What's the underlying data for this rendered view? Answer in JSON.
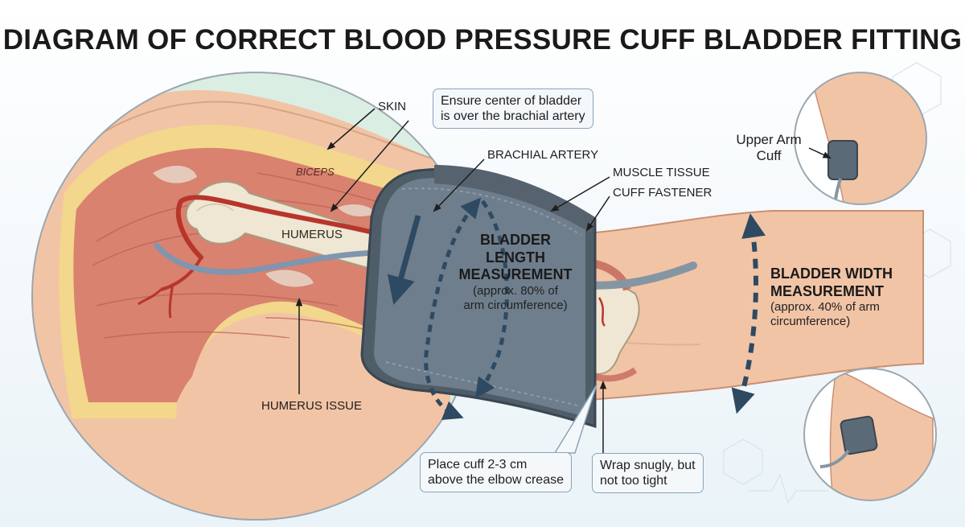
{
  "title": "DIAGRAM OF CORRECT BLOOD PRESSURE CUFF BLADDER FITTING",
  "labels": {
    "skin": "SKIN",
    "biceps": "BICEPS",
    "humerus": "HUMERUS",
    "humerus_issue": "HUMERUS ISSUE",
    "brachial_artery": "BRACHIAL ARTERY",
    "muscle_tissue": "MUSCLE TISSUE",
    "cuff_fastener": "CUFF FASTENER"
  },
  "callouts": {
    "center_line1": "Ensure center of bladder",
    "center_line2": "is over the brachial artery",
    "place_line1": "Place cuff 2-3 cm",
    "place_line2": "above the elbow crease",
    "wrap_line1": "Wrap snugly, but",
    "wrap_line2": "not too tight"
  },
  "measurements": {
    "length_h1": "BLADDER",
    "length_h2": "LENGTH",
    "length_h3": "MEASUREMENT",
    "length_s1": "(approx. 80% of",
    "length_s2": "arm circumference)",
    "width_h1": "BLADDER WIDTH",
    "width_h2": "MEASUREMENT",
    "width_s1": "(approx. 40% of arm",
    "width_s2": "circumference)"
  },
  "inset": {
    "upper_line1": "Upper Arm",
    "upper_line2": "Cuff"
  },
  "colors": {
    "skin": "#f2c4a6",
    "muscle": "#d8826f",
    "bone": "#efe7d3",
    "cuff": "#6e7e8c",
    "arrow": "#2e4a62",
    "fat": "#f3d98a"
  }
}
